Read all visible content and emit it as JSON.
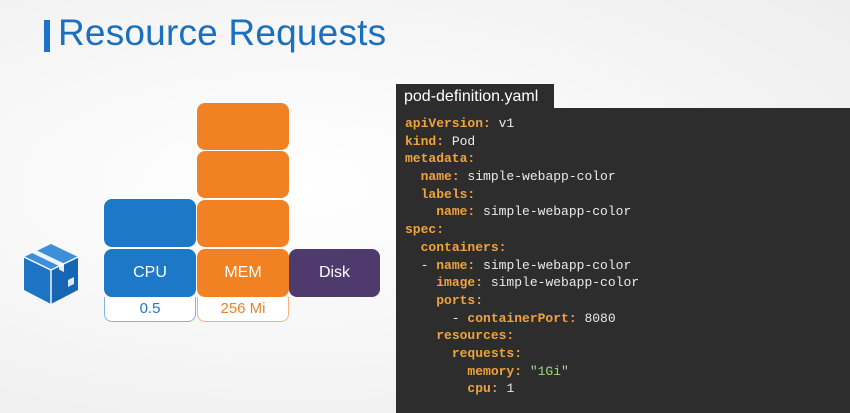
{
  "slide": {
    "title": "Resource Requests"
  },
  "resources": {
    "cpu_label": "CPU",
    "mem_label": "MEM",
    "disk_label": "Disk",
    "cpu_value": "0.5",
    "mem_value": "256 Mi"
  },
  "colors": {
    "title": "#1b6fbf",
    "cpu": "#1d78c8",
    "mem": "#f28123",
    "disk": "#4f3a6d",
    "yaml_bg": "#2d2d2d",
    "yaml_key": "#f0a33a",
    "yaml_string": "#9fd87f"
  },
  "yaml": {
    "filename": "pod-definition.yaml",
    "lines": [
      {
        "indent": "",
        "key": "apiVersion:",
        "value": " v1"
      },
      {
        "indent": "",
        "key": "kind:",
        "value": " Pod"
      },
      {
        "indent": "",
        "key": "metadata:",
        "value": ""
      },
      {
        "indent": "  ",
        "key": "name:",
        "value": " simple-webapp-color"
      },
      {
        "indent": "  ",
        "key": "labels:",
        "value": ""
      },
      {
        "indent": "    ",
        "key": "name:",
        "value": " simple-webapp-color"
      },
      {
        "indent": "",
        "key": "spec:",
        "value": ""
      },
      {
        "indent": "  ",
        "key": "containers:",
        "value": ""
      },
      {
        "indent": "  - ",
        "key": "name:",
        "value": " simple-webapp-color"
      },
      {
        "indent": "    ",
        "key": "image:",
        "value": " simple-webapp-color"
      },
      {
        "indent": "    ",
        "key": "ports:",
        "value": ""
      },
      {
        "indent": "      - ",
        "key": "containerPort:",
        "value": " 8080"
      },
      {
        "indent": "    ",
        "key": "resources:",
        "value": ""
      },
      {
        "indent": "      ",
        "key": "requests:",
        "value": ""
      },
      {
        "indent": "        ",
        "key": "memory:",
        "value": " \"1Gi\""
      },
      {
        "indent": "        ",
        "key": "cpu:",
        "value": " 1"
      }
    ]
  }
}
